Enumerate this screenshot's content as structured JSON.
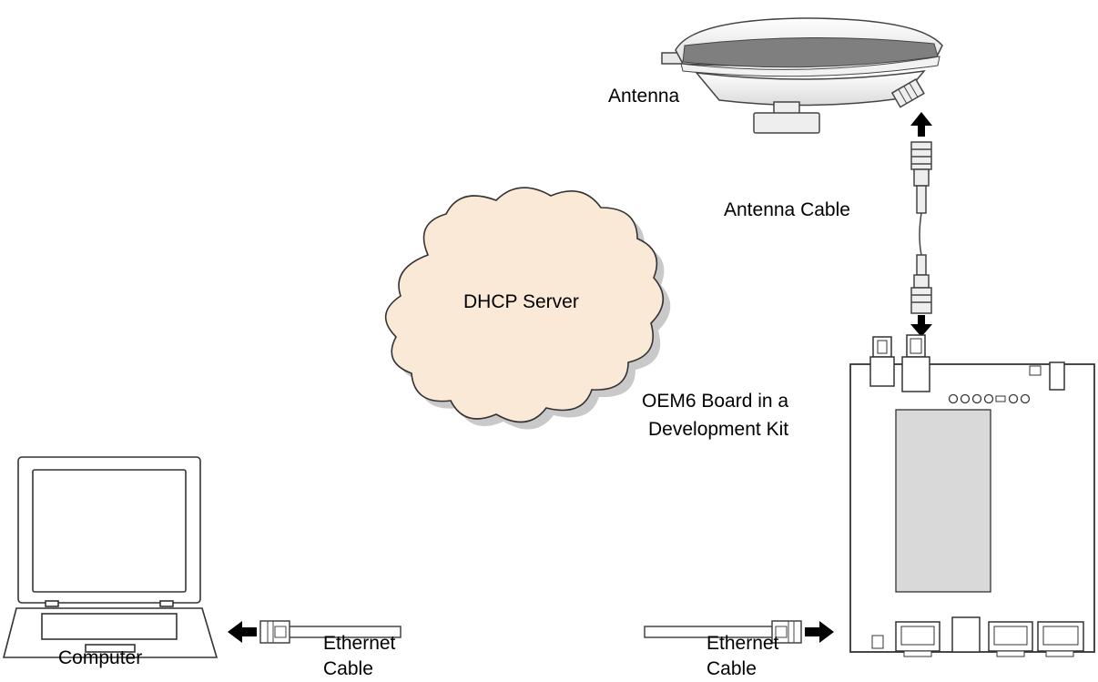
{
  "labels": {
    "antenna": "Antenna",
    "antenna_cable": "Antenna Cable",
    "oem6_line1": "OEM6 Board in a",
    "oem6_line2": "Development Kit",
    "dhcp": "DHCP Server",
    "computer": "Computer",
    "ethernet_left_line1": "Ethernet",
    "ethernet_left_line2": "Cable",
    "ethernet_right_line1": "Ethernet",
    "ethernet_right_line2": "Cable"
  },
  "colors": {
    "cloud_fill": "#fbe9d7",
    "cloud_shadow": "#c9c9c9",
    "stroke": "#333333",
    "screen_fill": "#ffffff",
    "board_panel": "#d9d9d9",
    "arrow": "#000000"
  }
}
